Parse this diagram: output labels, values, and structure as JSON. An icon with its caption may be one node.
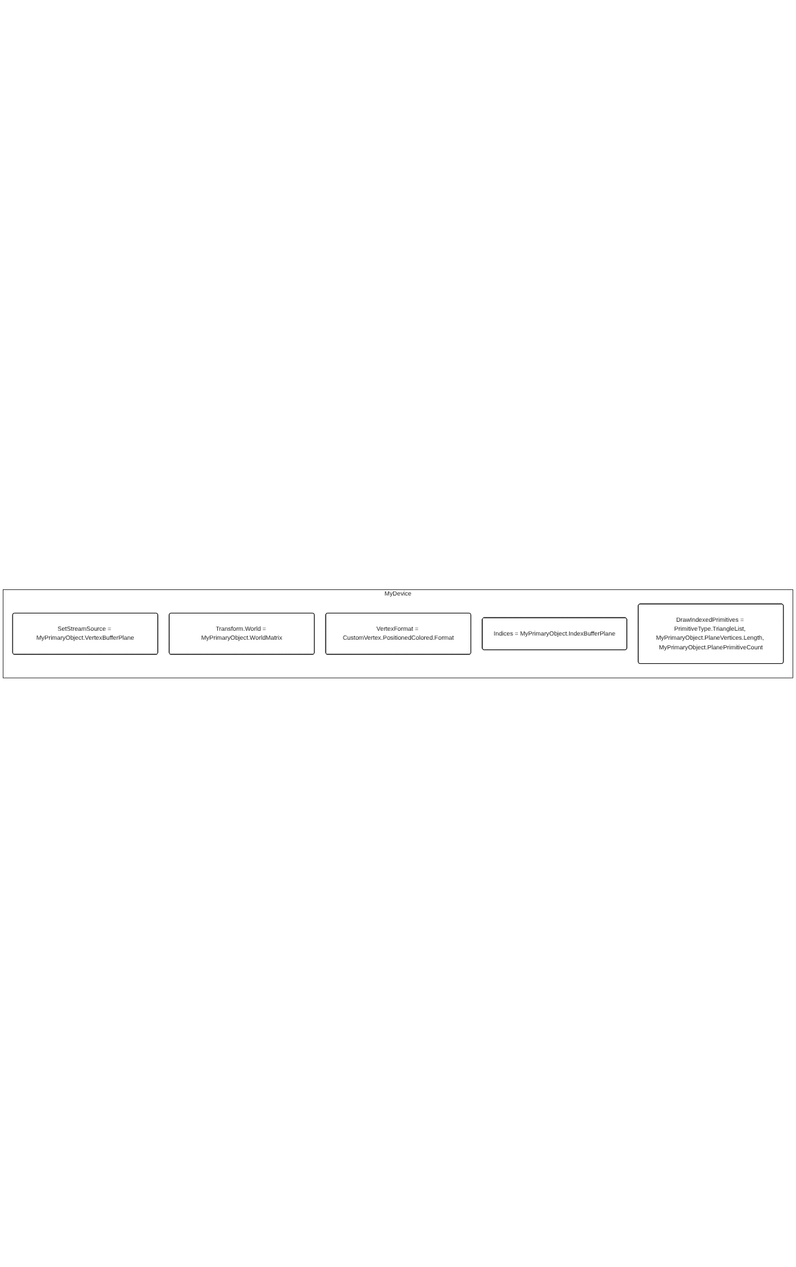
{
  "diagram": {
    "nodes": [
      {
        "text": [
          "MyDevice"
        ]
      },
      {
        "text": [
          "SetStreamSource = MyPrimaryObject.VertexBufferPlane"
        ],
        "in": 0
      },
      {
        "text": [
          "Transform.World = MyPrimaryObject.WorldMatrix"
        ],
        "in": 0
      },
      {
        "text": [
          "VertexFormat = CustomVertex.PositionedColored.Format"
        ],
        "in": 0
      },
      {
        "text": [
          "Indices = MyPrimaryObject.IndexBufferPlane"
        ],
        "in": 0
      },
      {
        "text": [
          "DrawIndexedPrimitives = PrimitiveType.TriangleList, MyPrimaryObject.PlaneVertices.Length, MyPrimaryObject.PlanePrimitiveCount"
        ],
        "in": 0
      }
    ]
  }
}
